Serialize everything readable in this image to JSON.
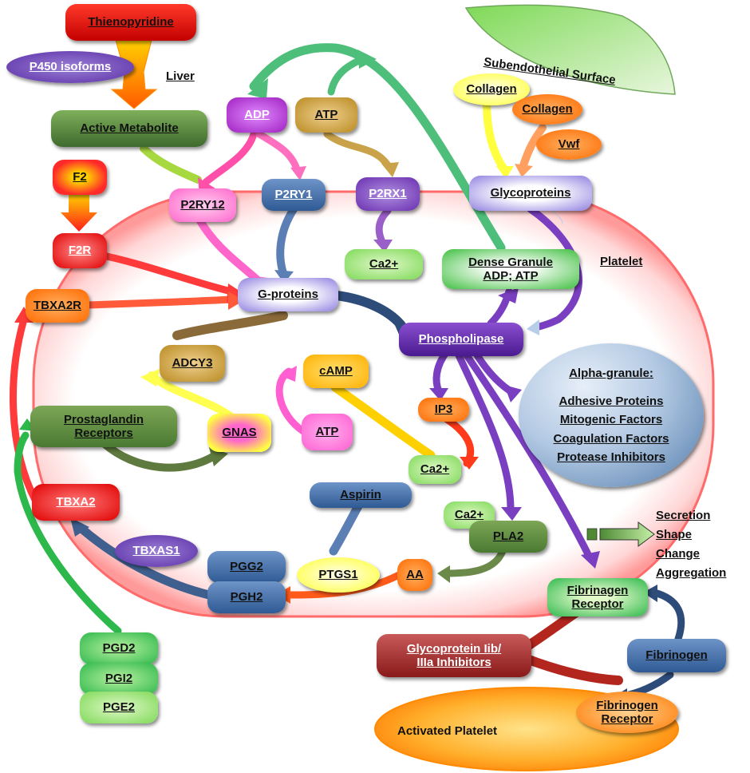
{
  "nodes": {
    "thienopyridine": "Thienopyridine",
    "p450": "P450 isoforms",
    "liver": "Liver",
    "active_metabolite": "Active Metabolite",
    "f2": "F2",
    "f2r": "F2R",
    "tbxa2r": "TBXA2R",
    "prostaglandin_receptors": "Prostaglandin Receptors",
    "tbxa2": "TBXA2",
    "tbxas1": "TBXAS1",
    "pgg2": "PGG2",
    "pgh2": "PGH2",
    "pgd2": "PGD2",
    "pgi2": "PGI2",
    "pge2": "PGE2",
    "adp": "ADP",
    "atp_top": "ATP",
    "p2ry12": "P2RY12",
    "p2ry1": "P2RY1",
    "p2rx1": "P2RX1",
    "ca_p2rx1": "Ca2+",
    "g_proteins": "G-proteins",
    "adcy3": "ADCY3",
    "gnas": "GNAS",
    "camp": "cAMP",
    "atp_mid": "ATP",
    "ip3": "IP3",
    "ca_ip3": "Ca2+",
    "aspirin": "Aspirin",
    "ptgs1": "PTGS1",
    "aa": "AA",
    "ca_pla2": "Ca2+",
    "pla2": "PLA2",
    "subendothelial": "Subendothelial Surface",
    "collagen_yellow": "Collagen",
    "collagen_orange": "Collagen",
    "vwf": "Vwf",
    "glycoproteins": "Glycoproteins",
    "platelet": "Platelet",
    "dense_granule_line1": "Dense Granule",
    "dense_granule_line2": "ADP; ATP",
    "phospholipase": "Phospholipase",
    "fibrinogen_receptor_top_line1": "Fibrinagen",
    "fibrinogen_receptor_top_line2": "Receptor",
    "gp_inhibitor_line1": "Glycoprotein Iib/",
    "gp_inhibitor_line2": "IIIa Inhibitors",
    "fibrinogen": "Fibrinogen",
    "fibrinogen_receptor_bottom_line1": "Fibrinogen",
    "fibrinogen_receptor_bottom_line2": "Receptor",
    "activated_platelet": "Activated Platelet"
  },
  "alpha_granule": {
    "title": "Alpha-granule:",
    "items": [
      "Adhesive Proteins",
      "Mitogenic Factors",
      "Coagulation Factors",
      "Protease Inhibitors"
    ]
  },
  "outcomes": [
    "Secretion",
    "Shape",
    "Change",
    "Aggregation"
  ]
}
